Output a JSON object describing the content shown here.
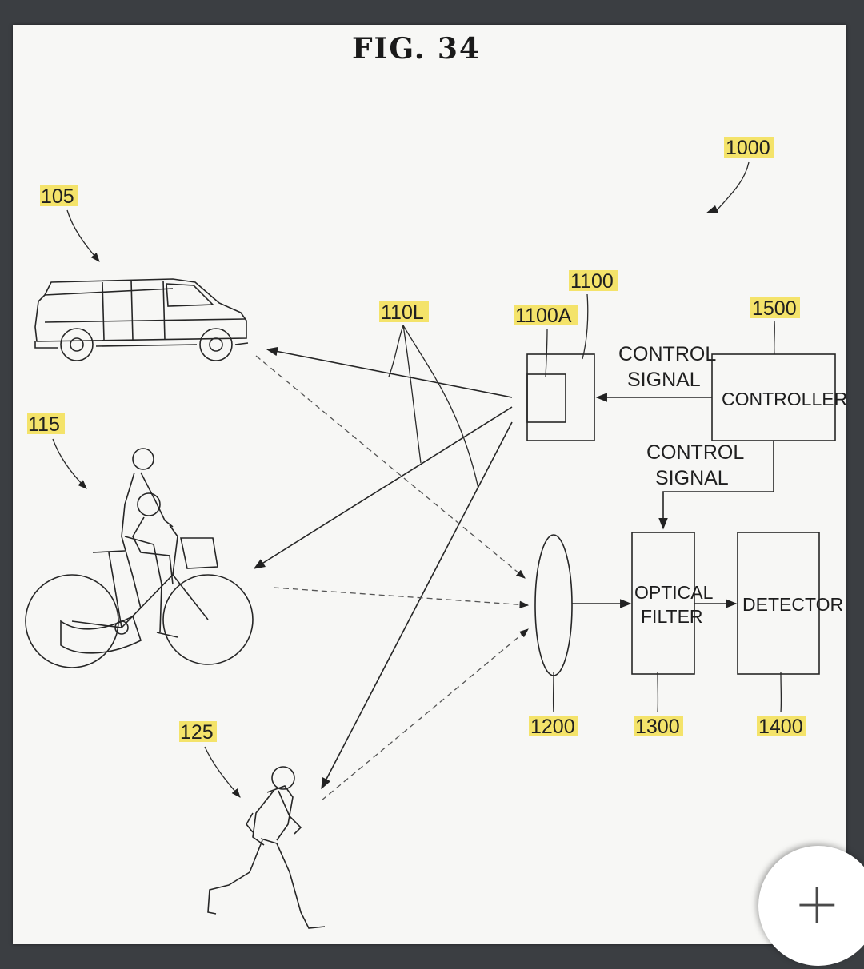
{
  "figure": {
    "title": "FIG.  34"
  },
  "refs": {
    "system": "1000",
    "van": "105",
    "cyclist": "115",
    "runner": "125",
    "light": "110L",
    "emitter": "1100",
    "emitter_sub": "1100A",
    "controller": "1500",
    "lens": "1200",
    "filter": "1300",
    "detector": "1400"
  },
  "boxes": {
    "controller": "CONTROLLER",
    "filter_line1": "OPTICAL",
    "filter_line2": "FILTER",
    "detector": "DETECTOR"
  },
  "signals": {
    "top_line1": "CONTROL",
    "top_line2": "SIGNAL",
    "bottom_line1": "CONTROL",
    "bottom_line2": "SIGNAL"
  },
  "fab": {
    "icon": "plus-icon",
    "glyph": "+"
  },
  "colors": {
    "highlight": "#f4e36a",
    "background": "#3b3e42",
    "page": "#f7f7f5"
  }
}
